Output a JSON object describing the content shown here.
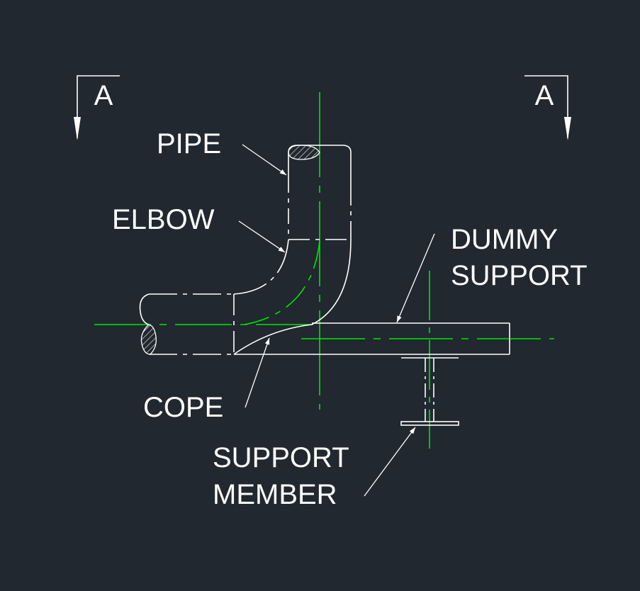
{
  "colors": {
    "background": "#212830",
    "geometry": "#ffffff",
    "centerline": "#00e600",
    "leader": "#ffffff"
  },
  "section_marks": {
    "left": "A",
    "right": "A"
  },
  "labels": {
    "pipe": "PIPE",
    "elbow": "ELBOW",
    "dummy_support_line1": "DUMMY",
    "dummy_support_line2": "SUPPORT",
    "cope": "COPE",
    "support_member_line1": "SUPPORT",
    "support_member_line2": "MEMBER"
  }
}
